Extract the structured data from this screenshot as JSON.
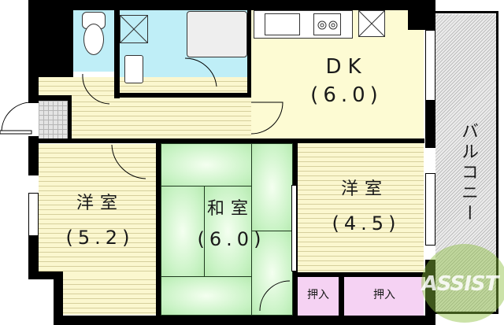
{
  "plan": {
    "rooms": [
      {
        "id": "dk",
        "name": "DK",
        "size": "(6.0)",
        "floor": "flooring"
      },
      {
        "id": "western1",
        "name": "洋室",
        "size": "(5.2)",
        "floor": "wood"
      },
      {
        "id": "japanese",
        "name": "和室",
        "size": "(6.0)",
        "floor": "tatami"
      },
      {
        "id": "western2",
        "name": "洋室",
        "size": "(4.5)",
        "floor": "wood"
      },
      {
        "id": "closet1",
        "name": "押入",
        "floor": "closet"
      },
      {
        "id": "closet2",
        "name": "押入",
        "floor": "closet"
      },
      {
        "id": "balcony",
        "name": "バルコニー",
        "floor": "balcony"
      }
    ],
    "fixtures": [
      "toilet",
      "washbasin",
      "washing-machine-pan",
      "bathtub",
      "kitchen-sink",
      "gas-stove",
      "refrigerator-space"
    ],
    "watermark": {
      "text": "ASSIST",
      "color": "#8cbf3f"
    },
    "colors": {
      "wall": "#000000",
      "wood_floor": "#fbf7cf",
      "wet_area": "#bfeef7",
      "tatami": "#c6f2c2",
      "closet": "#f5d2f3",
      "balcony": "#ececec"
    }
  }
}
